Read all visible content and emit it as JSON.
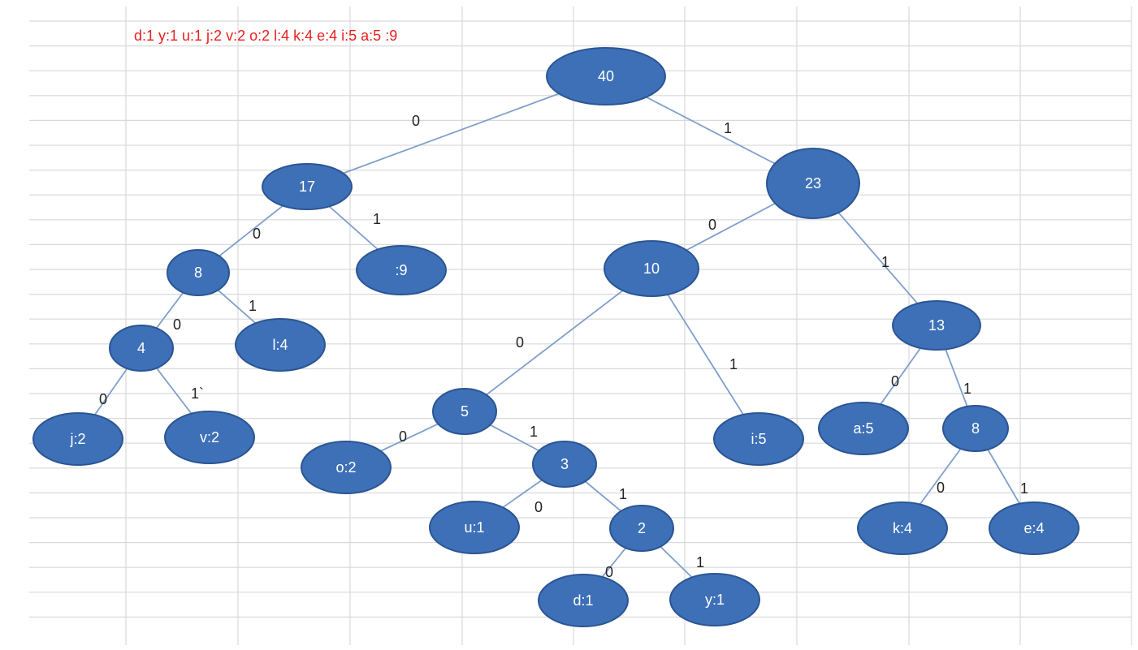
{
  "frequency_header": "d:1 y:1 u:1 j:2  v:2  o:2  l:4  k:4  e:4 i:5  a:5   :9",
  "colors": {
    "node_fill": "#3d70b7",
    "node_stroke": "#2b5593",
    "edge": "#7f9fcb",
    "grid": "#d9d9d9",
    "freq_text": "#e8201e"
  },
  "nodes": [
    {
      "id": "n40",
      "label": "40"
    },
    {
      "id": "n17",
      "label": "17"
    },
    {
      "id": "n23",
      "label": "23"
    },
    {
      "id": "n8a",
      "label": "8"
    },
    {
      "id": "n9",
      "label": ":9"
    },
    {
      "id": "n10",
      "label": "10"
    },
    {
      "id": "n13",
      "label": "13"
    },
    {
      "id": "n4",
      "label": "4"
    },
    {
      "id": "nl4",
      "label": "l:4"
    },
    {
      "id": "nj2",
      "label": "j:2"
    },
    {
      "id": "nv2",
      "label": "v:2"
    },
    {
      "id": "n5",
      "label": "5"
    },
    {
      "id": "ni5",
      "label": "i:5"
    },
    {
      "id": "na5",
      "label": "a:5"
    },
    {
      "id": "n8b",
      "label": "8"
    },
    {
      "id": "no2",
      "label": "o:2"
    },
    {
      "id": "n3",
      "label": "3"
    },
    {
      "id": "nu1",
      "label": "u:1"
    },
    {
      "id": "n2",
      "label": "2"
    },
    {
      "id": "nd1",
      "label": "d:1"
    },
    {
      "id": "ny1",
      "label": "y:1"
    },
    {
      "id": "nk4",
      "label": "k:4"
    },
    {
      "id": "ne4",
      "label": "e:4"
    }
  ],
  "edges": [
    {
      "from": "n40",
      "to": "n17",
      "label": "0"
    },
    {
      "from": "n40",
      "to": "n23",
      "label": "1"
    },
    {
      "from": "n17",
      "to": "n8a",
      "label": "0"
    },
    {
      "from": "n17",
      "to": "n9",
      "label": "1"
    },
    {
      "from": "n23",
      "to": "n10",
      "label": "0"
    },
    {
      "from": "n23",
      "to": "n13",
      "label": "1"
    },
    {
      "from": "n8a",
      "to": "n4",
      "label": "0"
    },
    {
      "from": "n8a",
      "to": "nl4",
      "label": "1"
    },
    {
      "from": "n4",
      "to": "nj2",
      "label": "0"
    },
    {
      "from": "n4",
      "to": "nv2",
      "label": "1`"
    },
    {
      "from": "n10",
      "to": "n5",
      "label": "0"
    },
    {
      "from": "n10",
      "to": "ni5",
      "label": "1"
    },
    {
      "from": "n13",
      "to": "na5",
      "label": "0"
    },
    {
      "from": "n13",
      "to": "n8b",
      "label": "1"
    },
    {
      "from": "n5",
      "to": "no2",
      "label": "0"
    },
    {
      "from": "n5",
      "to": "n3",
      "label": "1"
    },
    {
      "from": "n3",
      "to": "nu1",
      "label": "0"
    },
    {
      "from": "n3",
      "to": "n2",
      "label": "1"
    },
    {
      "from": "n2",
      "to": "nd1",
      "label": "0"
    },
    {
      "from": "n2",
      "to": "ny1",
      "label": "1"
    },
    {
      "from": "n8b",
      "to": "nk4",
      "label": "0"
    },
    {
      "from": "n8b",
      "to": "ne4",
      "label": "1"
    }
  ]
}
